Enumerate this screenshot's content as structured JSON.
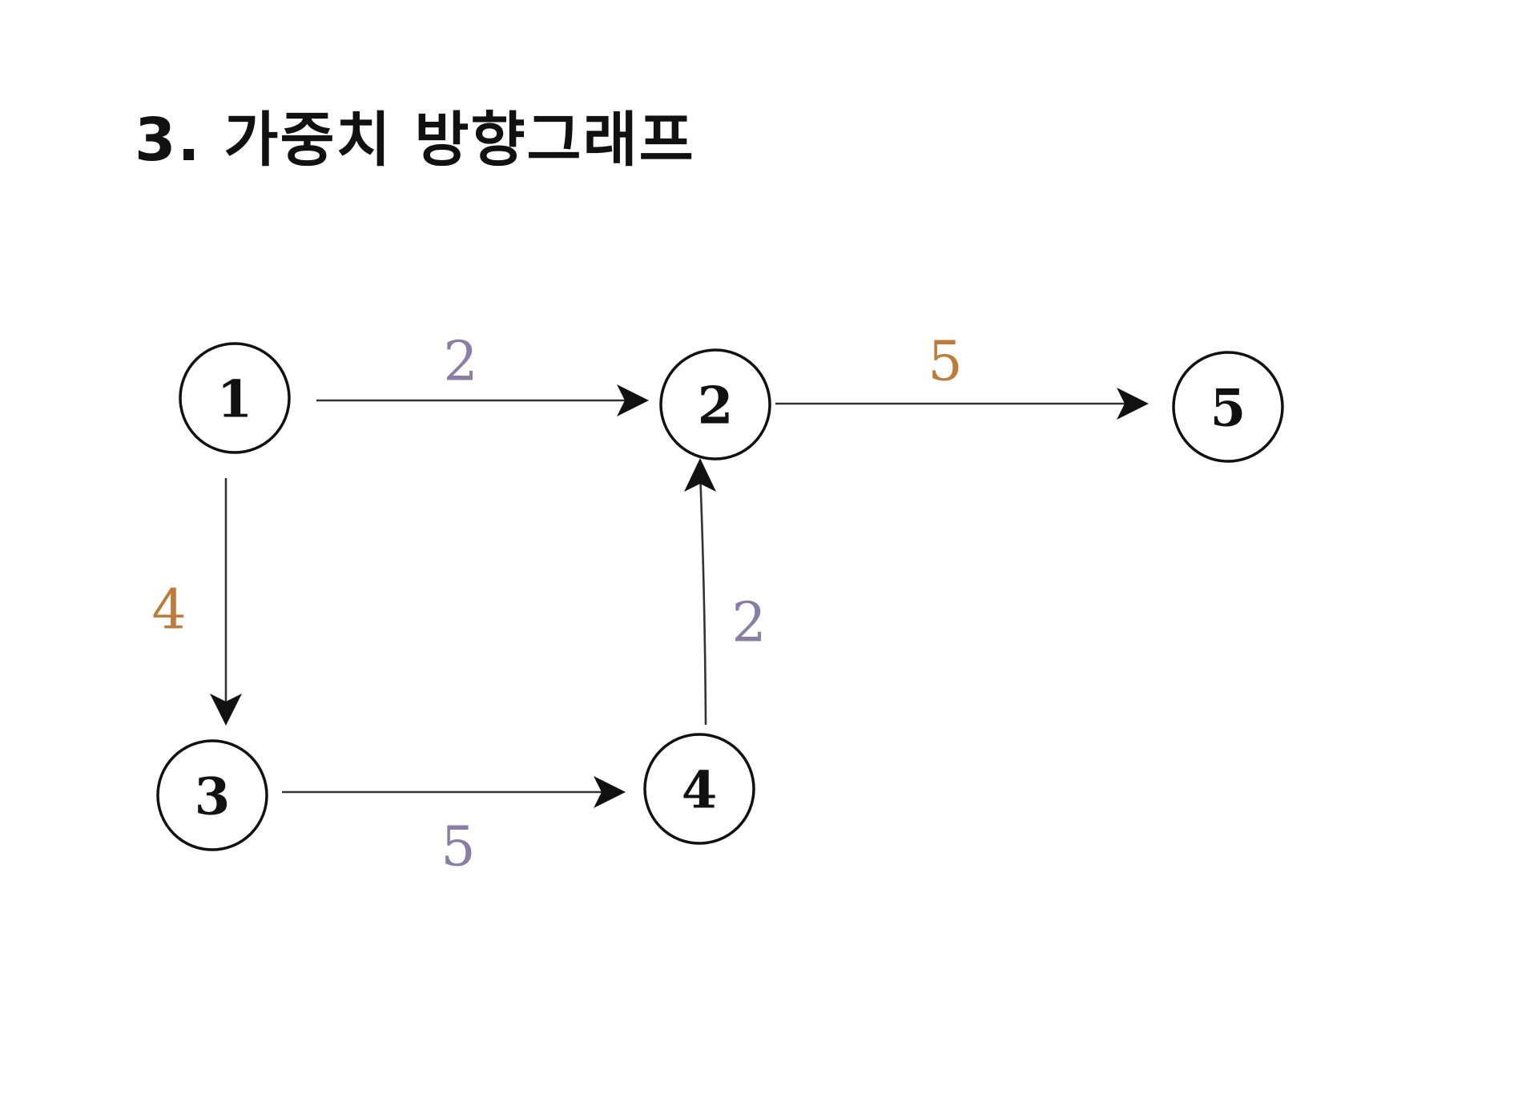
{
  "title": "3. 가중치 방향그래프",
  "colors": {
    "node_stroke": "#111111",
    "edge": "#333333",
    "weight_orange": "#c07a3a",
    "weight_purple": "#8a7ea6"
  },
  "nodes": [
    {
      "id": "1",
      "label": "1"
    },
    {
      "id": "2",
      "label": "2"
    },
    {
      "id": "3",
      "label": "3"
    },
    {
      "id": "4",
      "label": "4"
    },
    {
      "id": "5",
      "label": "5"
    }
  ],
  "edges": [
    {
      "from": "1",
      "to": "2",
      "weight": "2"
    },
    {
      "from": "2",
      "to": "5",
      "weight": "5"
    },
    {
      "from": "1",
      "to": "3",
      "weight": "4"
    },
    {
      "from": "4",
      "to": "2",
      "weight": "2"
    },
    {
      "from": "3",
      "to": "4",
      "weight": "5"
    }
  ]
}
